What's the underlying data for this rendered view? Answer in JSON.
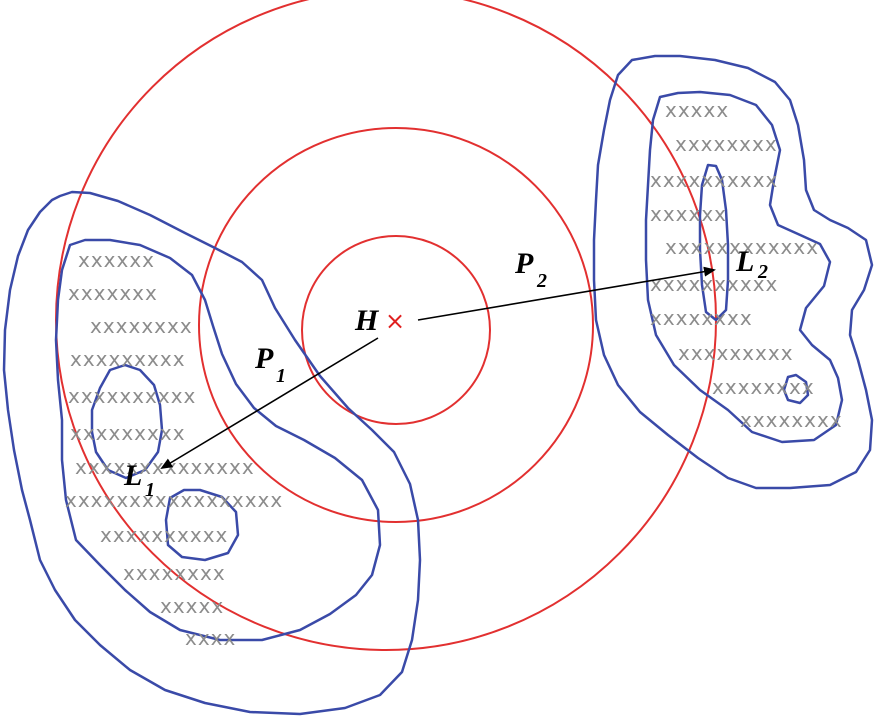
{
  "labels": {
    "H": "H",
    "H_marker": "×",
    "L1": "L",
    "L1_sub": "1",
    "L2": "L",
    "L2_sub": "2",
    "P1": "P",
    "P1_sub": "1",
    "P2": "P",
    "P2_sub": "2"
  },
  "left_cluster_rows": [
    "xxxxxx",
    "xxxxxxx",
    "xxxxxxxx",
    "xxxxxxxxx",
    "xxxxxxxxxx",
    "xxxxxxxxx",
    "xxxxxxxxxxxxxx",
    "xxxxxxxxxxxxxxxxx",
    "xxxxxxxxxx",
    "xxxxxxxx",
    "xxxxx",
    "xxxx"
  ],
  "right_cluster_rows": [
    "xxxxx",
    "xxxxxxxx",
    "xxxxxxxxxx",
    "xxxxxx",
    "xxxxxxxxxxxx",
    "xxxxxxxxxx",
    "xxxxxxxx",
    "xxxxxxxxx",
    "xxxxxxxx",
    "xxxxxxxx"
  ],
  "colors": {
    "circles": "#e23030",
    "contours": "#3a4aa8",
    "arrows": "#000000",
    "crosses": "#8c8c8c"
  }
}
